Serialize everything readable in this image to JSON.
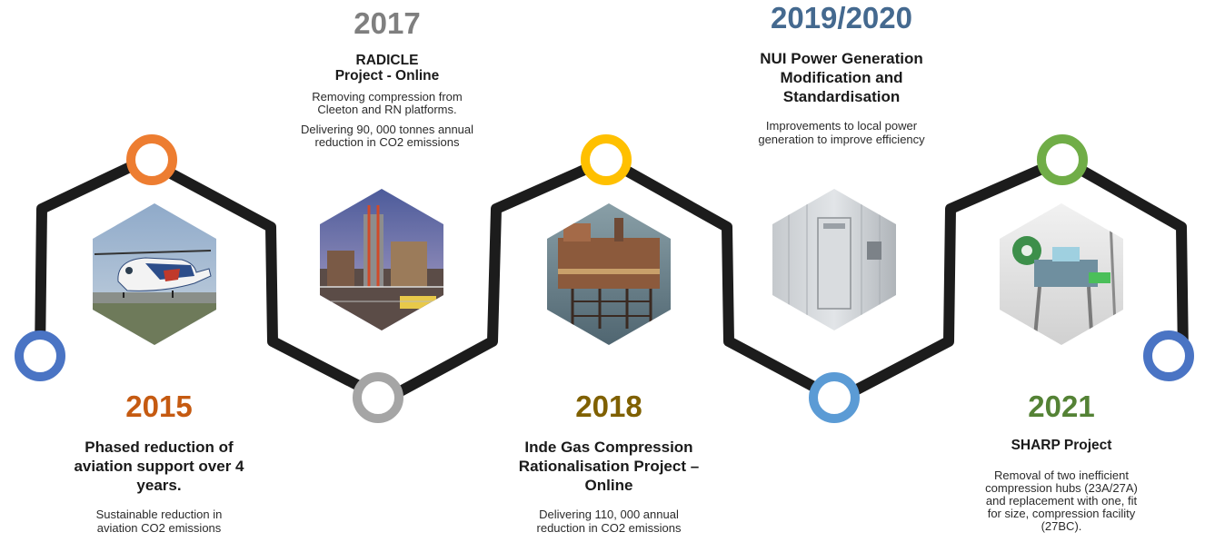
{
  "colors": {
    "line": "#1c1c1c",
    "ring_2015": "#4a74c4",
    "ring_2016": "#ed7d31",
    "ring_2017": "#a5a5a5",
    "ring_2018": "#ffc000",
    "ring_2019": "#5b9bd5",
    "ring_2020": "#70ad47",
    "ring_2021": "#4a74c4",
    "year_2015": "#c55a11",
    "year_2017": "#7f7f7f",
    "year_2018": "#7f6000",
    "year_2019": "#44698f",
    "year_2021": "#548235"
  },
  "milestones": [
    {
      "id": "2015",
      "year": "2015",
      "title": "Phased reduction of aviation support over 4 years.",
      "description": [
        "Sustainable reduction in aviation CO2 emissions"
      ],
      "image": "helicopter-photo"
    },
    {
      "id": "2017",
      "year": "2017",
      "title": "RADICLE  Project - Online",
      "description": [
        "Removing compression from Cleeton and RN platforms.",
        "Delivering 90, 000 tonnes annual reduction in CO2 emissions"
      ],
      "image": "platform-photo"
    },
    {
      "id": "2018",
      "year": "2018",
      "title": "Inde Gas Compression Rationalisation Project – Online",
      "description": [
        "Delivering 110, 000 annual reduction in CO2 emissions"
      ],
      "image": "offshore-platform-photo"
    },
    {
      "id": "2019",
      "year": "2019/2020",
      "title": "NUI Power Generation Modification and Standardisation",
      "description": [
        "Improvements to local power generation to improve efficiency"
      ],
      "image": "power-enclosure-photo"
    },
    {
      "id": "2021",
      "year": "2021",
      "title": "SHARP Project",
      "description": [
        "Removal of two inefficient compression hubs (23A/27A) and replacement with one, fit for size, compression facility (27BC)."
      ],
      "image": "platform-render"
    }
  ]
}
